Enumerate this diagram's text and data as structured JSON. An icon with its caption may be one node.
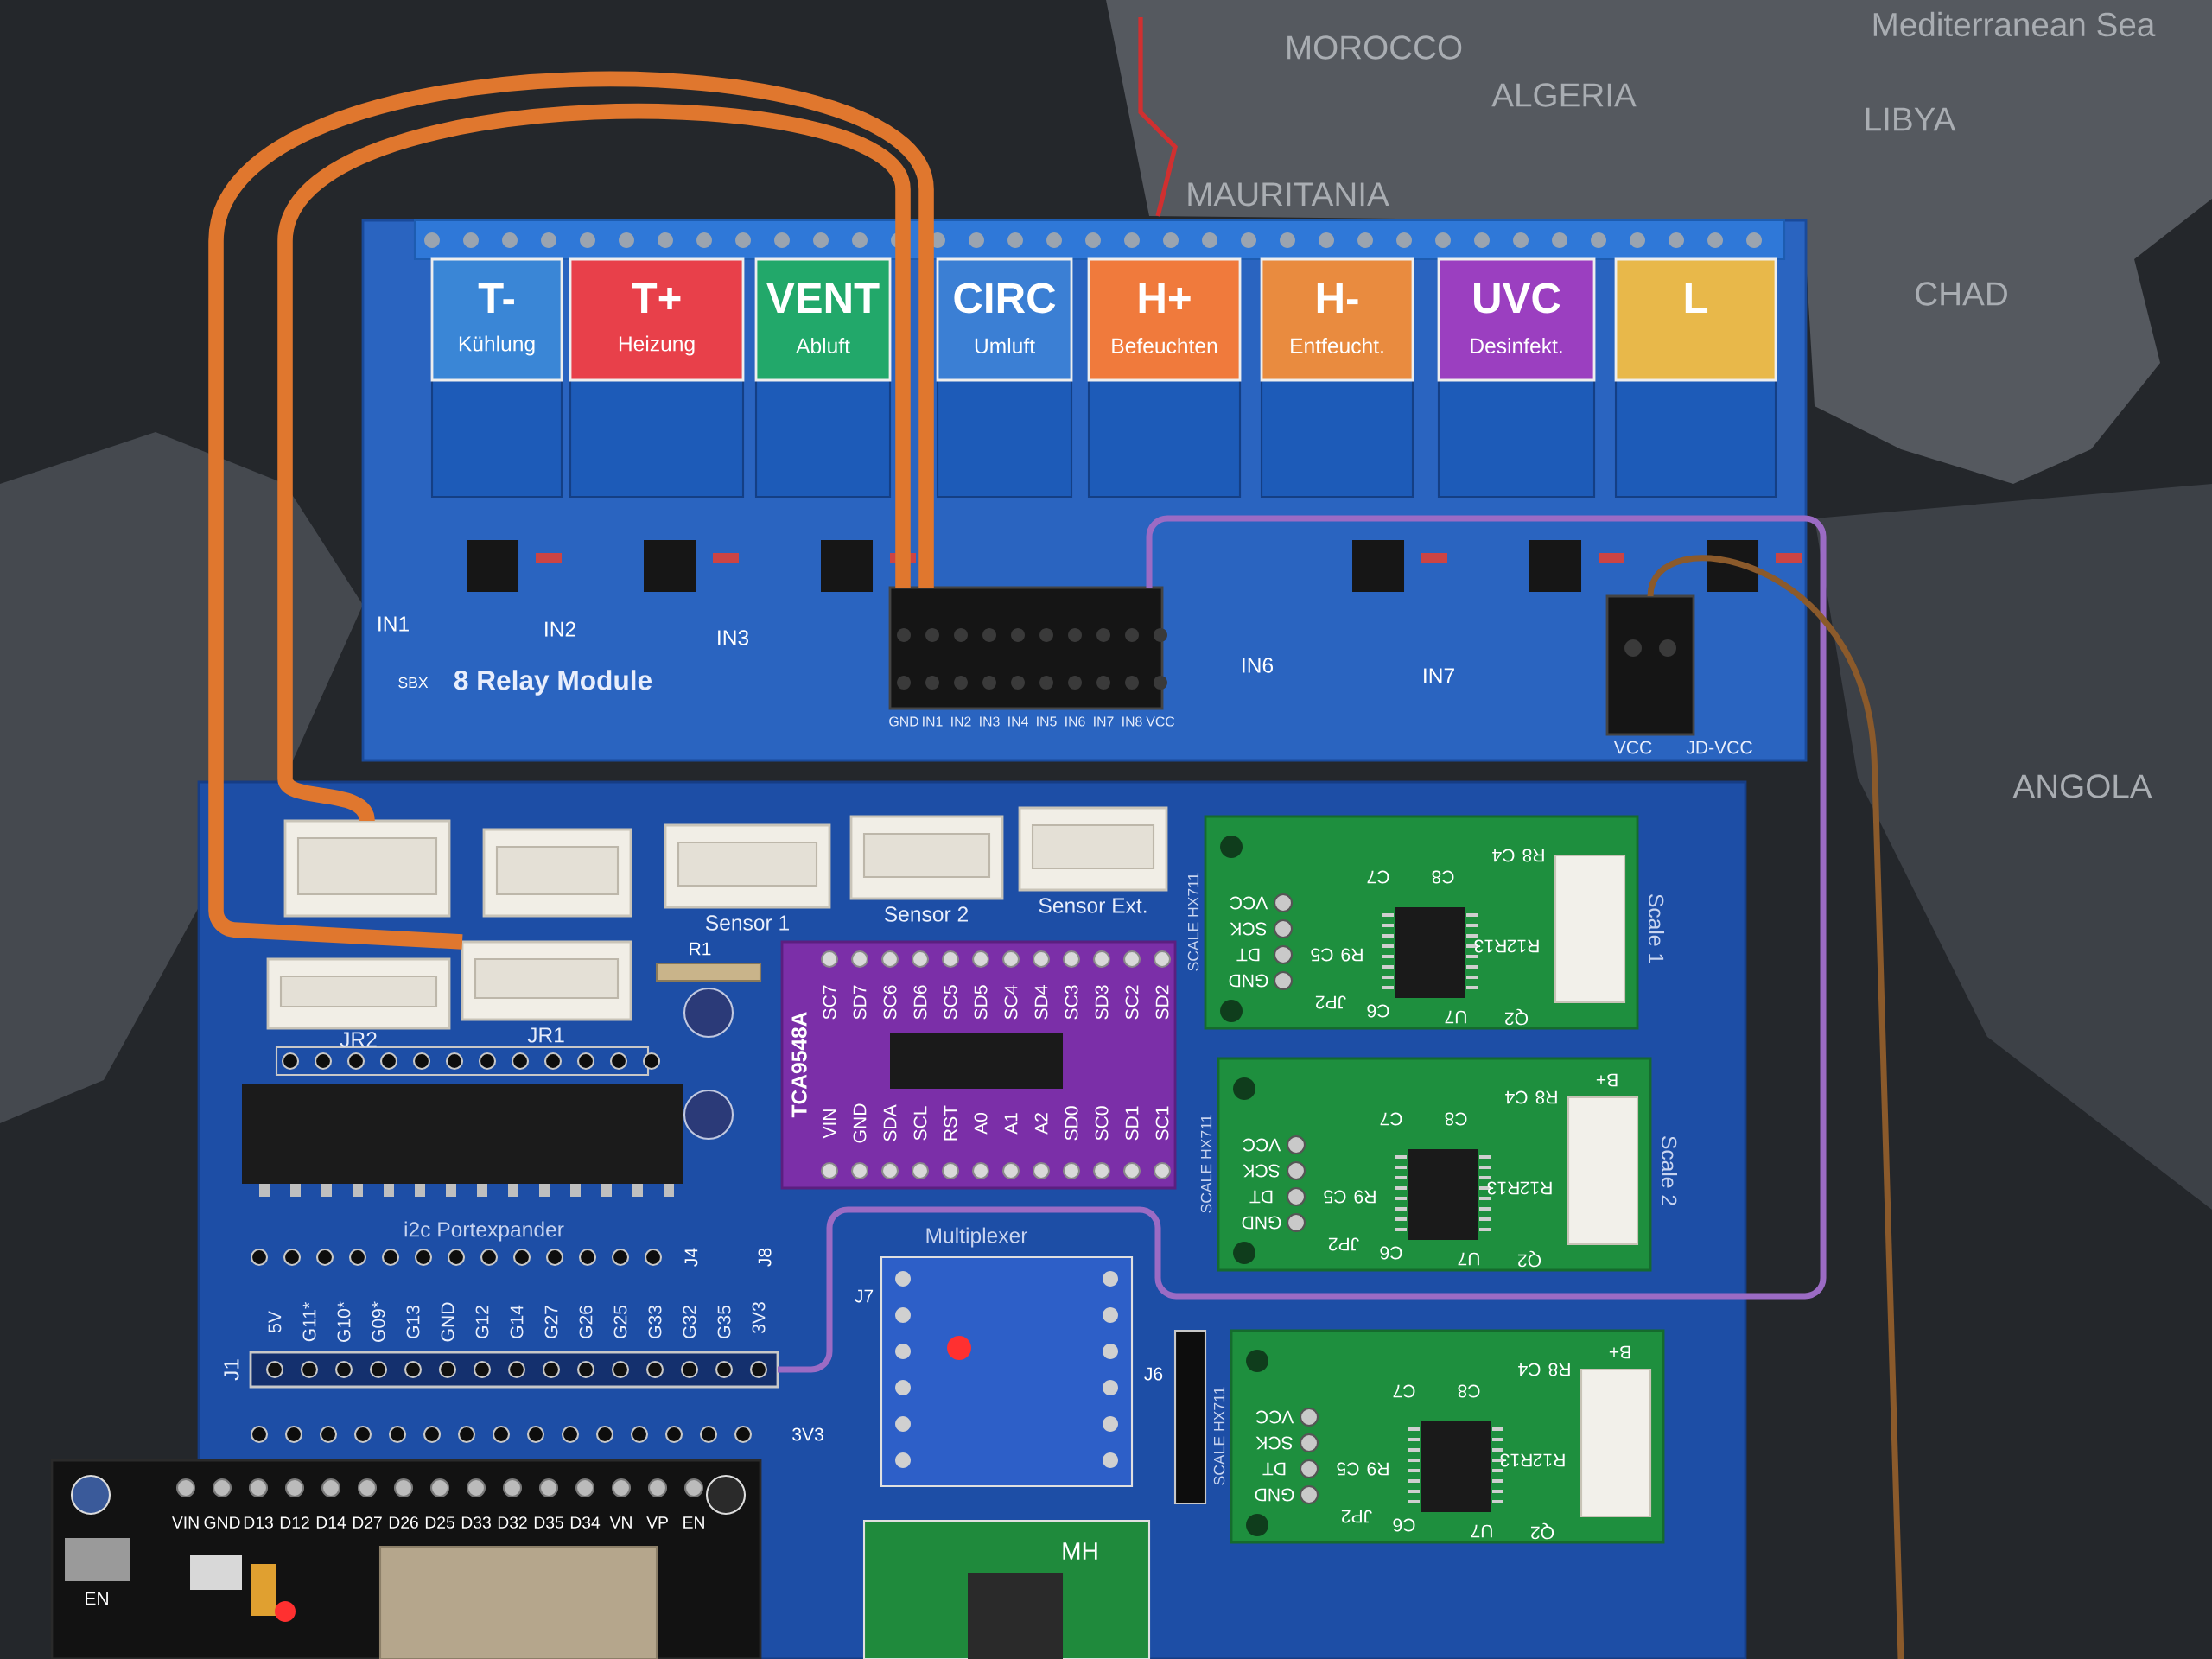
{
  "diagram": {
    "nodes": [
      {
        "text": [
          "8 Relay Module"
        ]
      },
      {
        "text": [
          "T-",
          "Kühlung"
        ],
        "in": 0
      },
      {
        "text": [
          "T+",
          "Heizung"
        ],
        "in": 0
      },
      {
        "text": [
          "VENT",
          "Abluft"
        ],
        "in": 0
      },
      {
        "text": [
          "CIRC",
          "Umluft"
        ],
        "in": 0
      },
      {
        "text": [
          "H+",
          "Befeuchten"
        ],
        "in": 0
      },
      {
        "text": [
          "H-",
          "Entfeucht."
        ],
        "in": 0
      },
      {
        "text": [
          "UVC",
          "Desinfekt."
        ],
        "in": 0
      },
      {
        "text": [
          "L"
        ],
        "in": 0
      },
      {
        "text": [],
        "shape": "box",
        "in": 0,
        "beside": [
          "GND",
          "IN1",
          "IN2",
          "IN3",
          "IN4",
          "IN5",
          "IN6",
          "IN7",
          "IN8",
          "VCC"
        ]
      },
      {
        "text": [],
        "shape": "box",
        "in": 0,
        "beside": [
          "VCC",
          "JD-VCC"
        ]
      },
      {
        "text": [],
        "shape": "box"
      },
      {
        "text": [],
        "shape": "box",
        "in": 11,
        "beside": [
          "JR2"
        ]
      },
      {
        "text": [],
        "shape": "box",
        "in": 11,
        "beside": [
          "JR1"
        ]
      },
      {
        "text": [],
        "shape": "box",
        "in": 11
      },
      {
        "text": [],
        "shape": "box",
        "in": 11
      },
      {
        "text": [],
        "shape": "box",
        "in": 11,
        "beside": [
          "Sensor 1"
        ]
      },
      {
        "text": [],
        "shape": "box",
        "in": 11,
        "beside": [
          "Sensor 2"
        ]
      },
      {
        "text": [],
        "shape": "box",
        "in": 11,
        "beside": [
          "Sensor Ext."
        ]
      },
      {
        "text": [
          "TCA9548A"
        ],
        "in": 11
      },
      {
        "text": [],
        "shape": "box",
        "in": 11
      },
      {
        "text": [],
        "shape": "box",
        "in": 11
      },
      {
        "text": [],
        "shape": "box",
        "in": 11
      },
      {
        "text": [],
        "shape": "box",
        "in": 11,
        "beside": [
          "J1",
          "5V",
          "G11*",
          "G10*",
          "G09*",
          "G13",
          "GND",
          "G12",
          "G14",
          "G27",
          "G26",
          "G25",
          "G33",
          "G32",
          "G35",
          "3V3"
        ]
      },
      {
        "text": [],
        "shape": "box"
      }
    ],
    "edges": [
      {
        "from": 9,
        "to": 14,
        "arrow": "none",
        "style": "thick"
      },
      {
        "from": 9,
        "to": 13,
        "arrow": "none",
        "style": "thick"
      },
      {
        "from": 9,
        "to": 23,
        "arrow": "none",
        "color": "#9b6bc4"
      },
      {
        "from": 10,
        "to": null,
        "arrow": "none",
        "color": "#8b5a2b"
      }
    ],
    "labels": [
      "Mediterranean Sea",
      "MOROCCO",
      "ALGERIA",
      "LIBYA",
      "MAURITANIA",
      "CHAD",
      "ANGOLA",
      "IN1",
      "IN2",
      "IN3",
      "IN6",
      "IN7",
      "SBX",
      "R1",
      "i2c Portexpander",
      "Multiplexer",
      "J4",
      "J8",
      "J7",
      "J6",
      "3V3",
      "MH",
      "SC7",
      "SD7",
      "SC6",
      "SD6",
      "SC5",
      "SD5",
      "SC4",
      "SD4",
      "SC3",
      "SD3",
      "SC2",
      "SD2",
      "VIN",
      "GND",
      "SDA",
      "SCL",
      "RST",
      "A0",
      "A1",
      "A2",
      "SD0",
      "SC0",
      "SD1",
      "SC1",
      "SCALE HX711",
      "VCC",
      "SCK",
      "DT",
      "GND",
      "JP2",
      "C5",
      "R9",
      "C6",
      "C7",
      "C8",
      "C4",
      "R8",
      "R13",
      "R12",
      "U7",
      "Q2",
      "Scale 1",
      "SCALE HX711",
      "VCC",
      "SCK",
      "DT",
      "GND",
      "JP2",
      "C5",
      "R9",
      "C6",
      "C7",
      "C8",
      "C4",
      "R8",
      "R13",
      "R12",
      "U7",
      "Q2",
      "B+",
      "Scale 2",
      "SCALE HX711",
      "VCC",
      "SCK",
      "DT",
      "GND",
      "JP2",
      "C5",
      "R9",
      "C6",
      "C7",
      "C8",
      "C4",
      "R8",
      "R13",
      "R12",
      "U7",
      "Q2",
      "B+",
      "VIN",
      "GND",
      "D13",
      "D12",
      "D14",
      "D27",
      "D26",
      "D25",
      "D33",
      "D32",
      "D35",
      "D34",
      "VN",
      "VP",
      "EN",
      "EN"
    ]
  }
}
